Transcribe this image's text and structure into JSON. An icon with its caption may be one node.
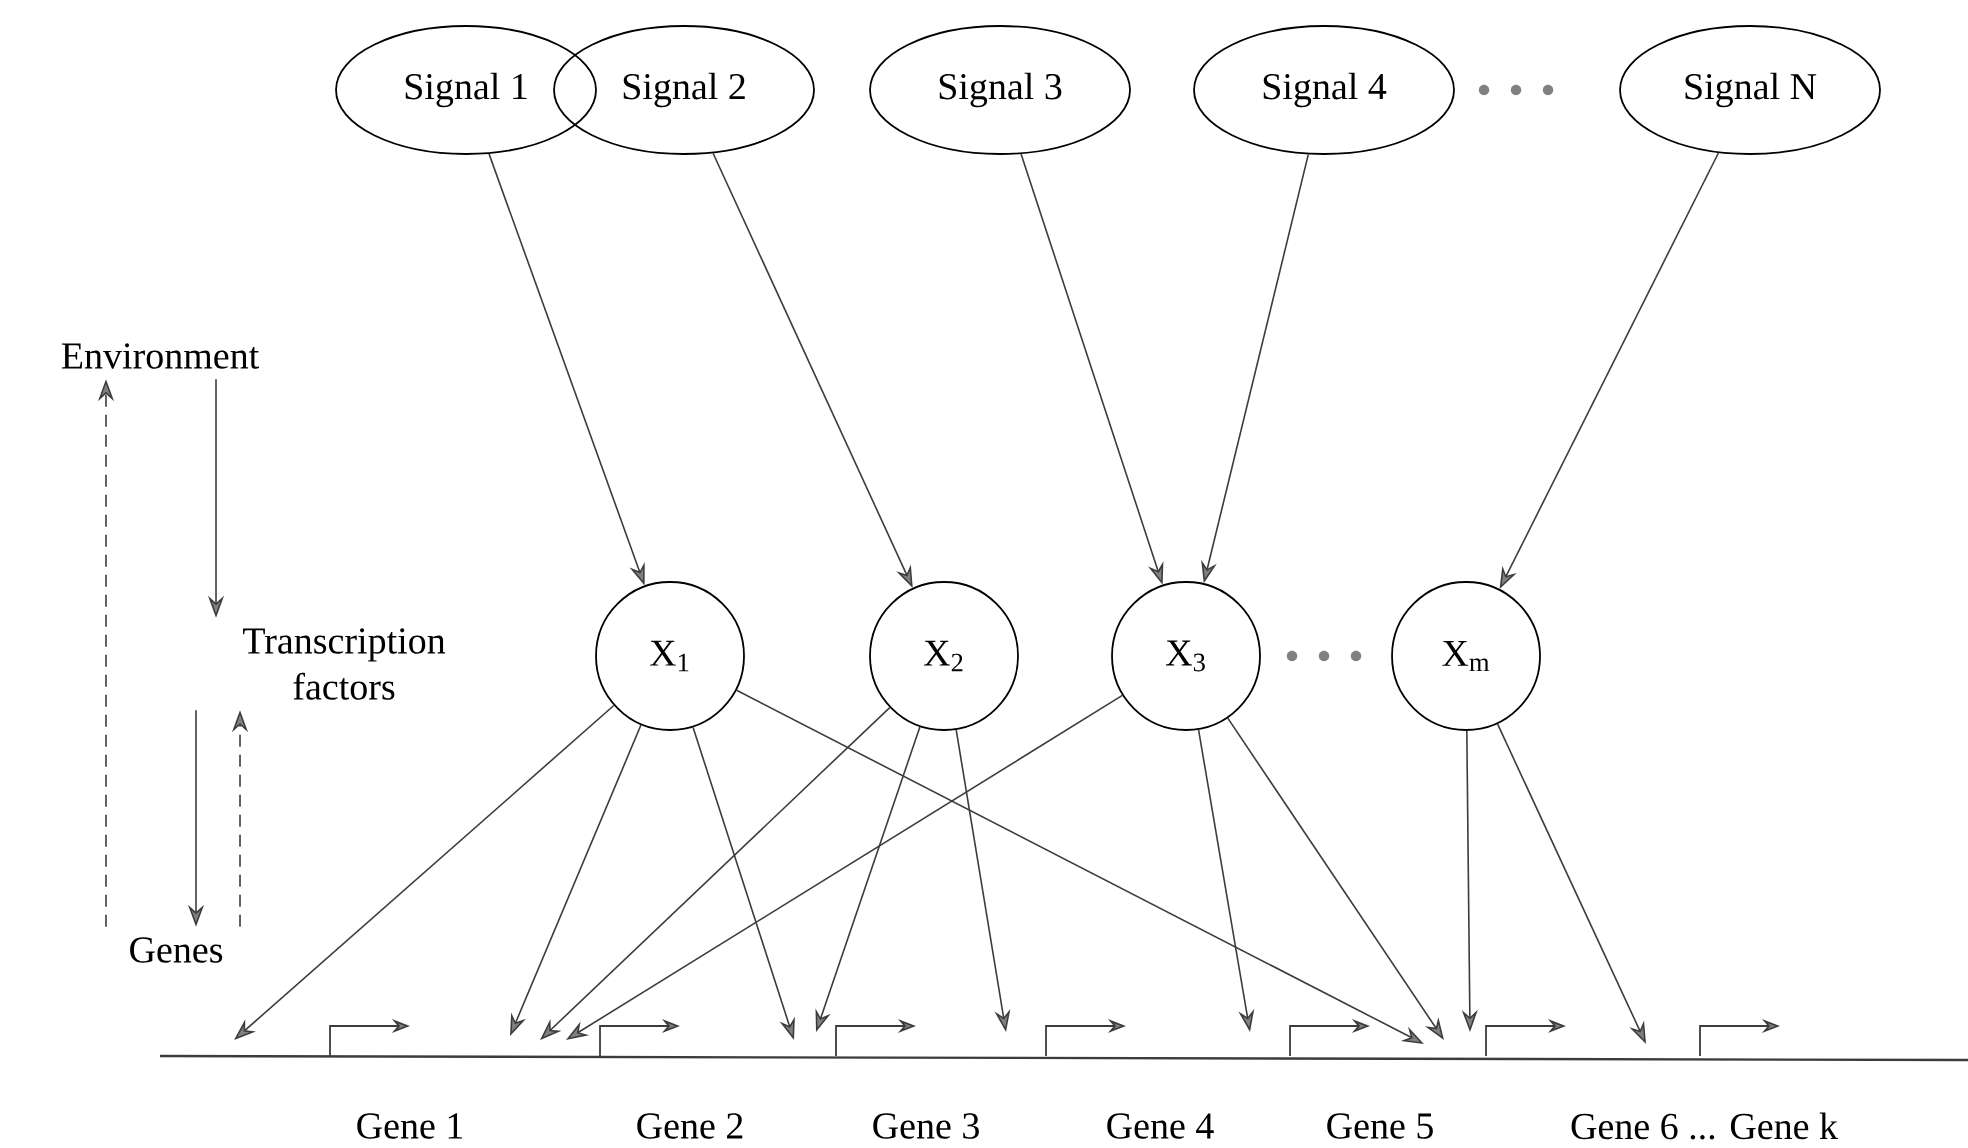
{
  "diagram": {
    "nodes": [
      {
        "text": [
          "Signal 1"
        ]
      },
      {
        "text": [
          "Signal 2"
        ]
      },
      {
        "text": [
          "Signal 3"
        ]
      },
      {
        "text": [
          "Signal 4"
        ]
      },
      {
        "text": [
          "Signal N"
        ]
      },
      {
        "text": [
          "Environment"
        ]
      },
      {
        "text": [
          "Transcription factors"
        ]
      },
      {
        "text": [
          "X$_{1}$"
        ]
      },
      {
        "text": [
          "X$_{2}$"
        ]
      },
      {
        "text": [
          "X$_{3}$"
        ]
      },
      {
        "text": [
          "X$_{m}$"
        ]
      },
      {
        "text": [
          "Genes"
        ]
      }
    ],
    "edges": [
      {
        "from": 0,
        "to": 7,
        "arrow": "to"
      },
      {
        "from": 1,
        "to": 8,
        "arrow": "to"
      },
      {
        "from": 2,
        "to": 9,
        "arrow": "to"
      },
      {
        "from": 3,
        "to": 9,
        "arrow": "to"
      },
      {
        "from": 4,
        "to": 10,
        "arrow": "to"
      },
      {
        "from": 5,
        "to": 6,
        "arrow": "to"
      },
      {
        "from": 6,
        "to": 11,
        "arrow": "to"
      },
      {
        "from": 11,
        "to": 6,
        "arrow": "to",
        "style": "dashed"
      },
      {
        "from": 11,
        "to": 5,
        "arrow": "to",
        "style": "dashed"
      },
      {
        "from": 7,
        "to": null,
        "arrow": "to"
      },
      {
        "from": 7,
        "to": null,
        "arrow": "to"
      },
      {
        "from": 7,
        "to": null,
        "arrow": "to"
      },
      {
        "from": 7,
        "to": null,
        "arrow": "to"
      },
      {
        "from": 8,
        "to": null,
        "arrow": "to"
      },
      {
        "from": 8,
        "to": null,
        "arrow": "to"
      },
      {
        "from": 8,
        "to": null,
        "arrow": "to"
      },
      {
        "from": 9,
        "to": null,
        "arrow": "to"
      },
      {
        "from": 9,
        "to": null,
        "arrow": "to"
      },
      {
        "from": 9,
        "to": null,
        "arrow": "to"
      },
      {
        "from": 10,
        "to": null,
        "arrow": "to"
      },
      {
        "from": 10,
        "to": null,
        "arrow": "to"
      }
    ],
    "labels": [
      "Gene 1",
      "Gene 2",
      "Gene 3",
      "Gene 4",
      "Gene 5",
      "Gene 6 ... Gene k"
    ]
  }
}
